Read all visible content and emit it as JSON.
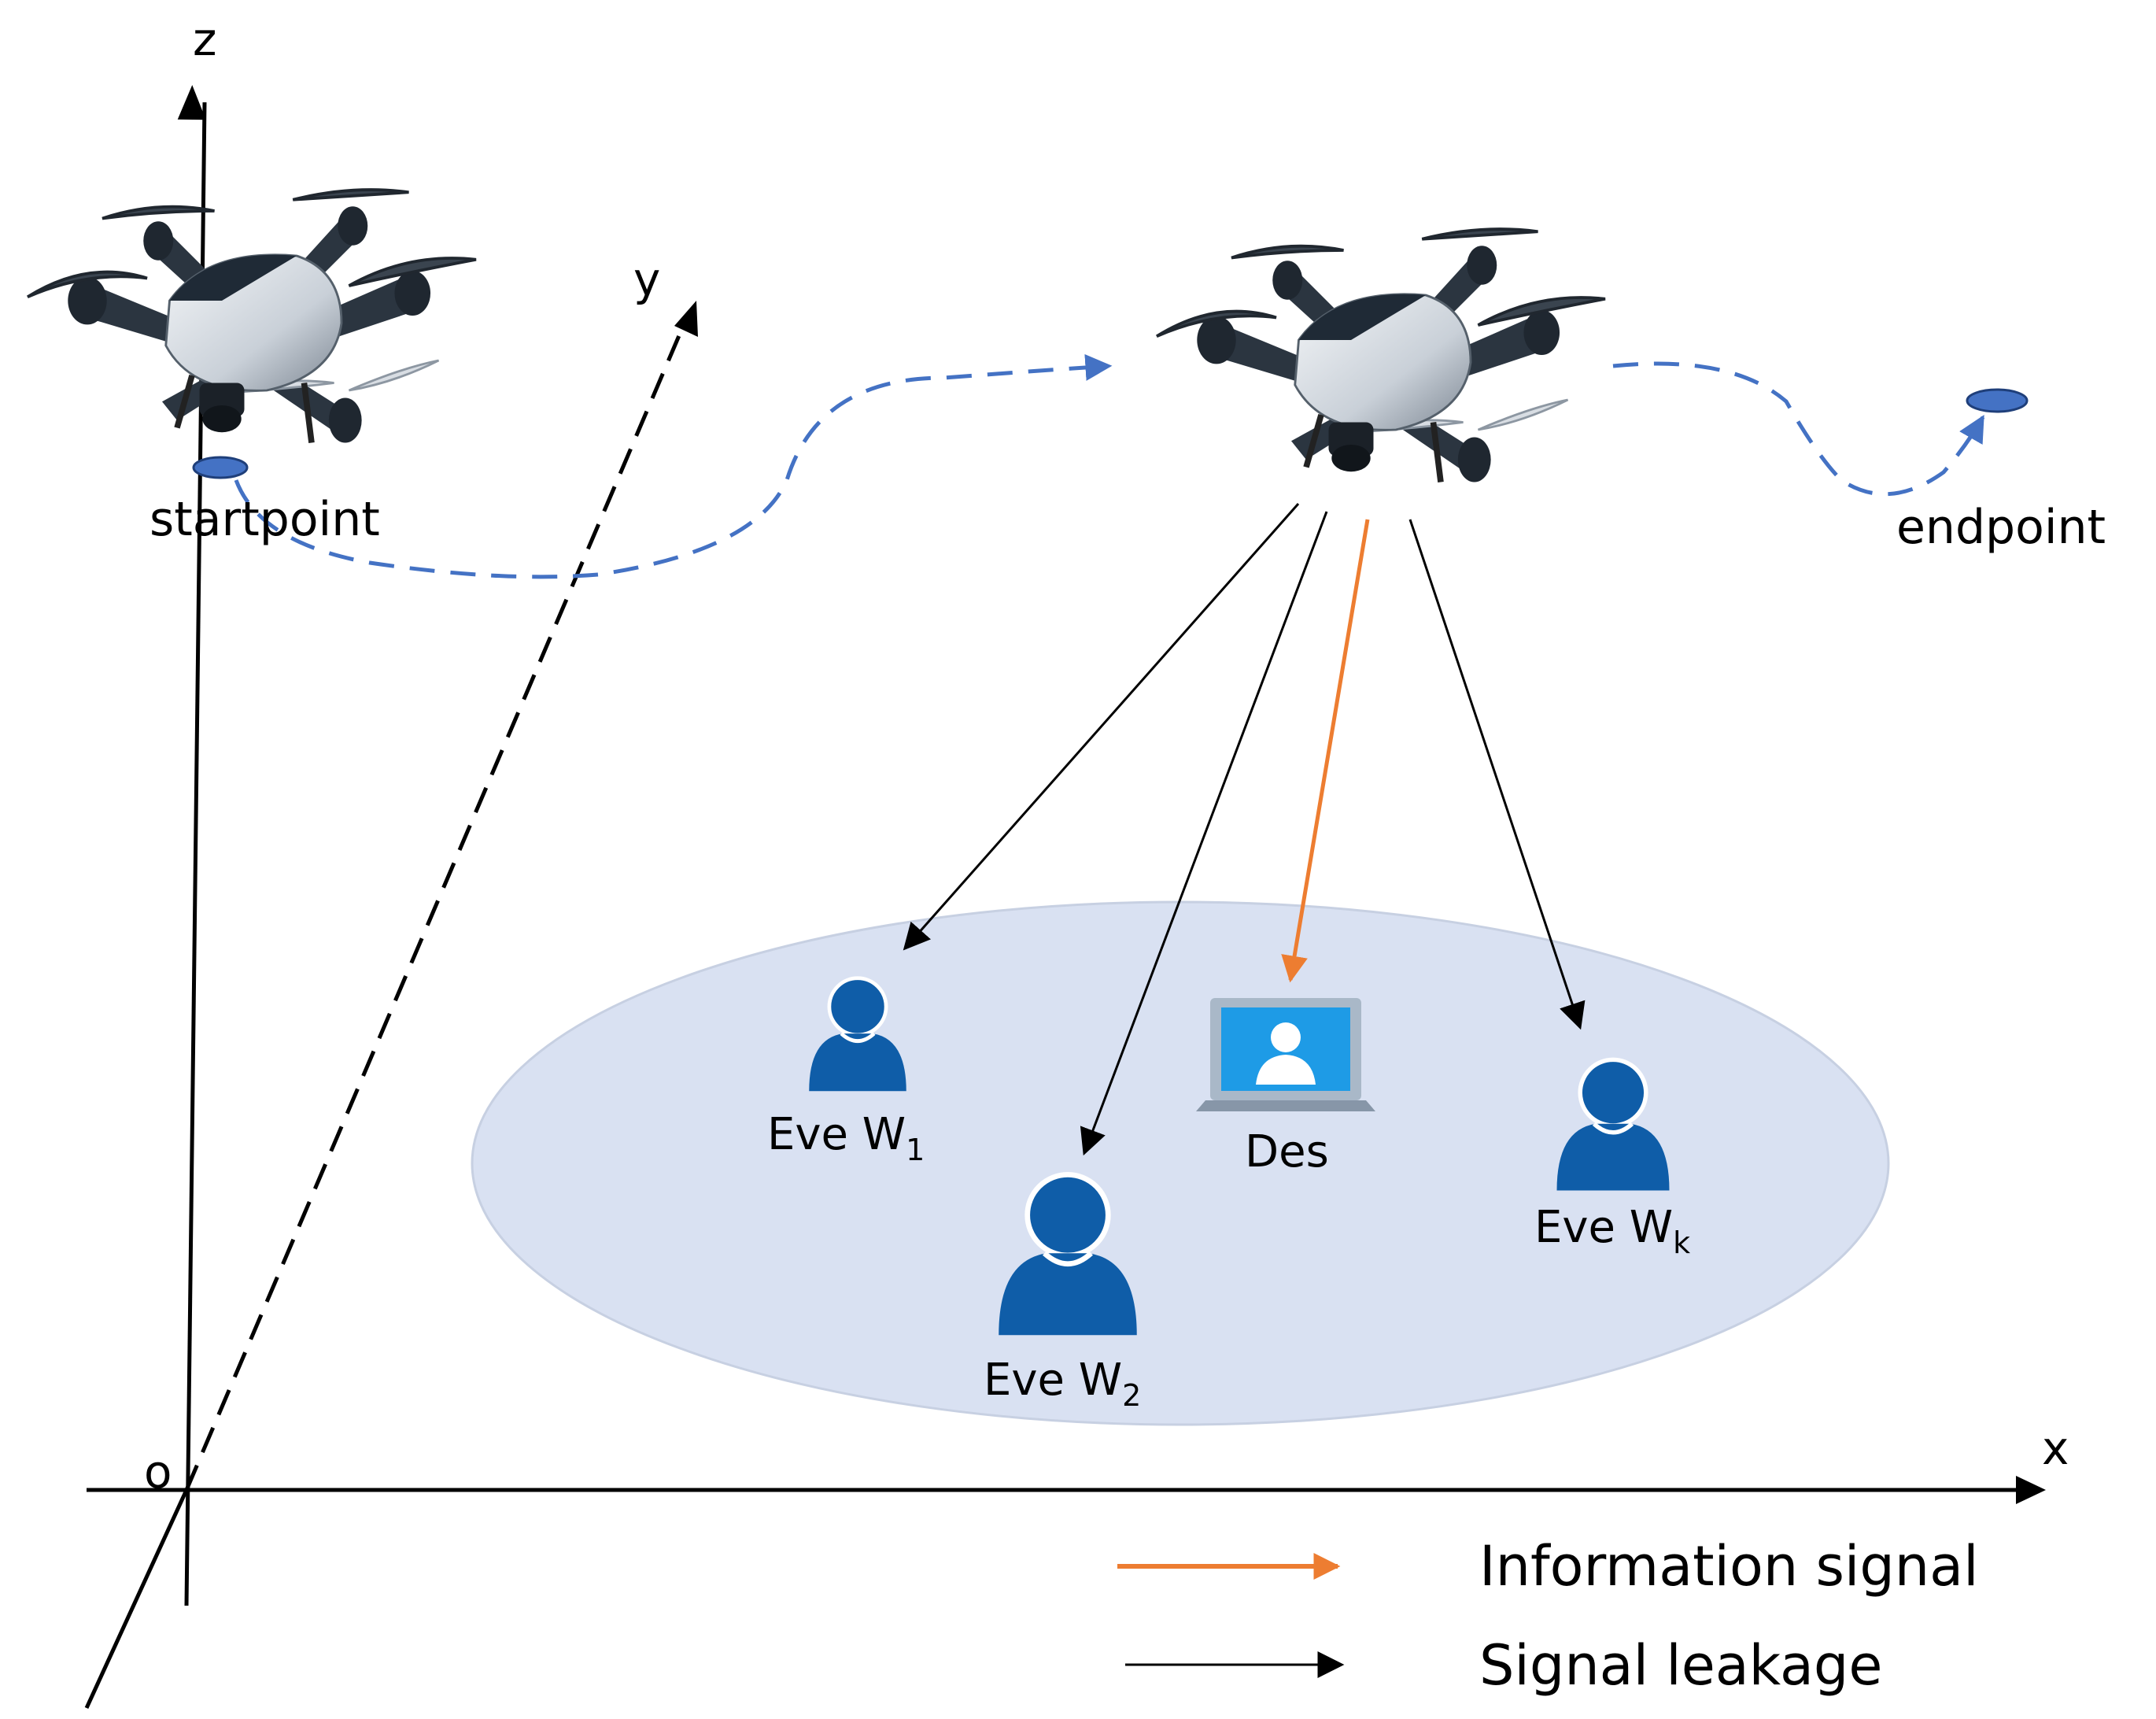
{
  "axes": {
    "x": "x",
    "y": "y",
    "z": "z",
    "origin": "o"
  },
  "path": {
    "start": "startpoint",
    "end": "endpoint"
  },
  "nodes": {
    "eve1": {
      "prefix": "Eve W",
      "sub": "1"
    },
    "eve2": {
      "prefix": "Eve W",
      "sub": "2"
    },
    "evek": {
      "prefix": "Eve W",
      "sub": "k"
    },
    "des": "Des"
  },
  "legend": {
    "info": "Information signal",
    "leak": "Signal leakage"
  },
  "colors": {
    "info_arrow": "#ED7D31",
    "leak_arrow": "#000000",
    "trajectory": "#4472C4",
    "area_fill": "#D9E1F2",
    "user_icon": "#0F5DA8",
    "laptop_screen": "#1E9BE6",
    "laptop_body": "#A9B8C8"
  },
  "icons": [
    "drone-icon",
    "user-icon",
    "laptop-icon"
  ]
}
